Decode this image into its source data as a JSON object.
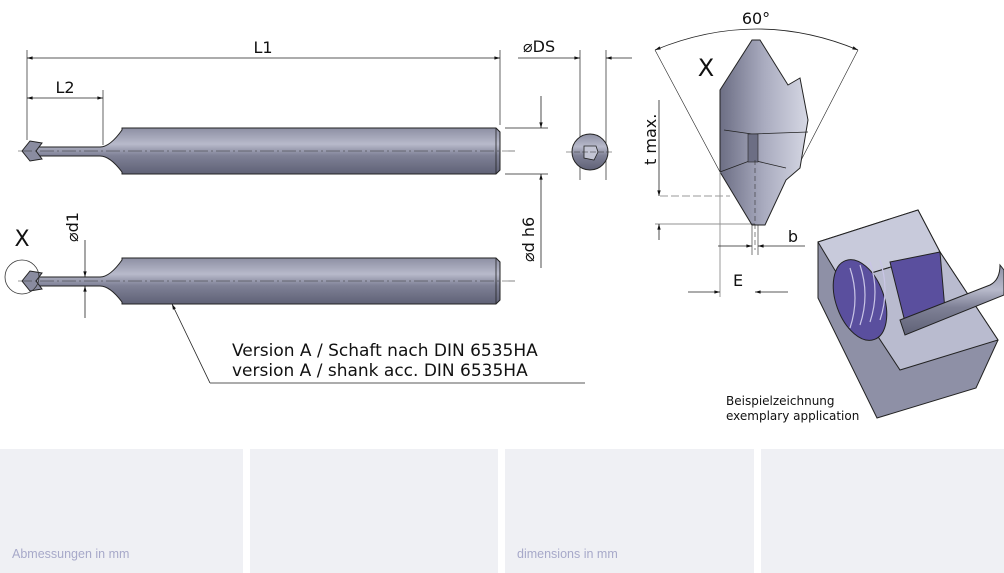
{
  "drawing": {
    "dimensions": {
      "L1": "L1",
      "L2": "L2",
      "DS": "DS",
      "d_h6": "d h6",
      "d1": "d1",
      "angle": "60°",
      "t_max": "t max.",
      "b": "b",
      "E": "E"
    },
    "detail_marker": "X",
    "diameter_symbol": "⌀",
    "version_de": "Version A / Schaft nach DIN 6535HA",
    "version_en": "version A / shank acc. DIN 6535HA",
    "example_de": "Beispielzeichnung",
    "example_en": "exemplary application"
  },
  "panels": [
    {
      "text": "Abmessungen in mm"
    },
    {
      "text": ""
    },
    {
      "text": "dimensions in mm"
    },
    {
      "text": ""
    }
  ],
  "colors": {
    "tool_body": "#7d7f95",
    "tool_highlight": "#b8bacb",
    "thread_purple": "#5a4f9e",
    "panel_bg": "#eff0f4",
    "panel_text": "#a7a9c9"
  }
}
